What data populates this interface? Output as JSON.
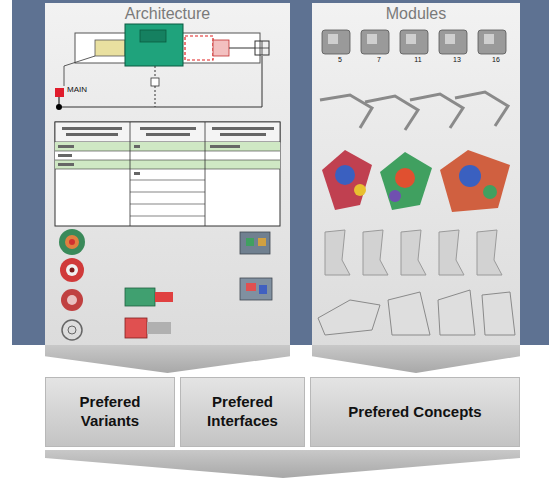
{
  "diagram": {
    "nodes": [
      {
        "text": [
          "Architecture"
        ]
      },
      {
        "text": [
          "Modules"
        ]
      },
      {
        "text": [
          "Prefered Variants"
        ]
      },
      {
        "text": [
          "Prefered Interfaces"
        ]
      },
      {
        "text": [
          "Prefered Concepts"
        ]
      }
    ],
    "edges": [
      {
        "from": 0,
        "to": 2,
        "arrow": "to"
      },
      {
        "from": 1,
        "to": 4,
        "arrow": "to"
      }
    ],
    "labels": [
      "MAIN",
      "5",
      "7",
      "11",
      "13",
      "16"
    ]
  }
}
